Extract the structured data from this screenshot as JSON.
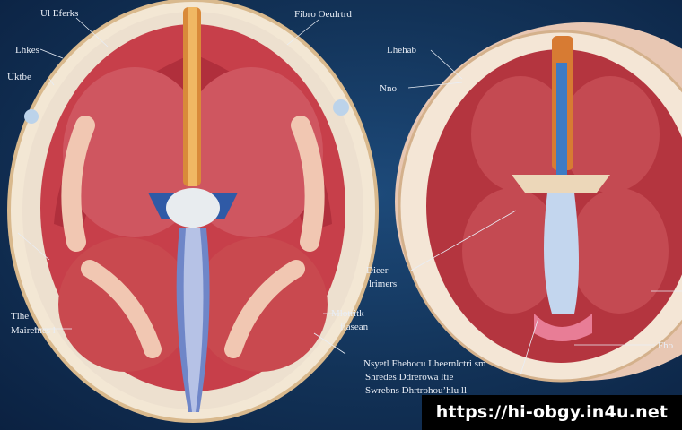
{
  "labels": {
    "top_left": "Ul Eferks",
    "top_center": "Fibro Oeulrtrd",
    "left_1": "Lhkes",
    "left_2": "Uktbe",
    "left_lower_1": "Tlhe",
    "left_lower_2": "Mairelnes l",
    "right_top": "Lhehab",
    "right_mid": "Nno",
    "center_right_1": "Dieer",
    "center_right_2": "lrimers",
    "center_low_1": "Mlotritk",
    "center_low_2": "flasean",
    "bottom_text_1": "Nsyetl Fhehocu Lheernlctri sm",
    "bottom_text_2": "Shredes Ddrerowa ltie",
    "bottom_text_3": "Swrebns Dhrtrohou’hlu ll",
    "far_right": "Fho"
  },
  "watermark": "https://hi-obgy.in4u.net"
}
